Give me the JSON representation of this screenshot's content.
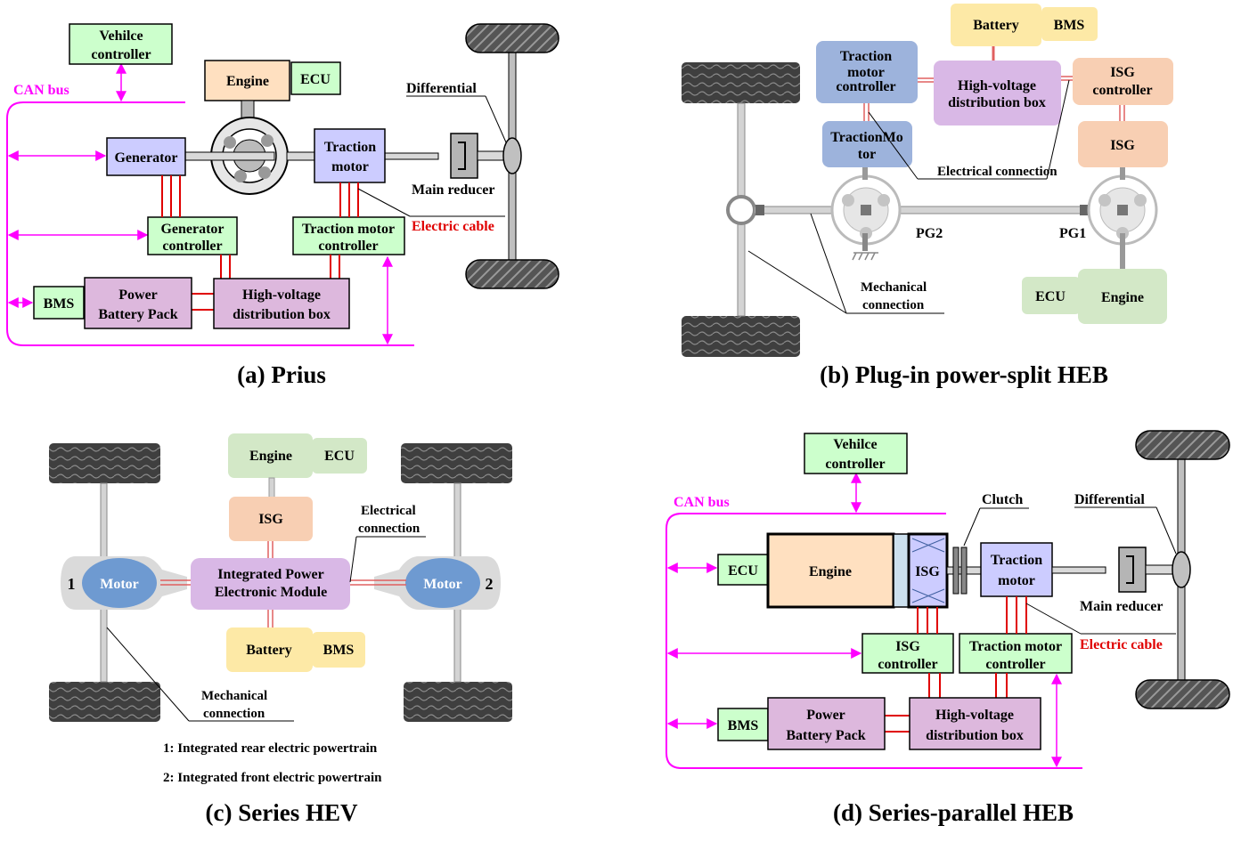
{
  "colors": {
    "can_bus": "#ff00ff",
    "electric_cable": "#e00000",
    "controller_green": "#ccffcc",
    "engine_orange": "#ffe0c0",
    "motor_purple": "#ccccff",
    "battery_pink": "#ddb8dd",
    "soft_blue": "#9db3dc",
    "soft_yellow": "#fde9a6",
    "soft_peach": "#f8cfb3",
    "soft_green": "#d3e8c7",
    "soft_purple": "#d9b8e6"
  },
  "a": {
    "caption": "(a) Prius",
    "vehicle_controller": [
      "Vehilce",
      "controller"
    ],
    "can_bus": "CAN bus",
    "engine": "Engine",
    "ecu": "ECU",
    "differential": "Differential",
    "generator": "Generator",
    "traction_motor": [
      "Traction",
      "motor"
    ],
    "main_reducer": "Main reducer",
    "generator_controller": [
      "Generator",
      "controller"
    ],
    "traction_motor_controller": [
      "Traction motor",
      "controller"
    ],
    "electric_cable": "Electric cable",
    "bms": "BMS",
    "power_battery_pack": [
      "Power",
      "Battery Pack"
    ],
    "hv_distribution_box": [
      "High-voltage",
      "distribution box"
    ]
  },
  "b": {
    "caption": "(b) Plug-in power-split HEB",
    "battery": "Battery",
    "bms": "BMS",
    "traction_motor_controller": [
      "Traction",
      "motor",
      "controller"
    ],
    "hv_distribution_box": [
      "High-voltage",
      "distribution box"
    ],
    "isg_controller": [
      "ISG",
      "controller"
    ],
    "traction_motor": [
      "TractionMo",
      "tor"
    ],
    "isg": "ISG",
    "electrical_connection": "Electrical connection",
    "pg2": "PG2",
    "pg1": "PG1",
    "mechanical_connection": [
      "Mechanical",
      "connection"
    ],
    "ecu": "ECU",
    "engine": "Engine"
  },
  "c": {
    "caption": "(c) Series HEV",
    "engine": "Engine",
    "ecu": "ECU",
    "isg": "ISG",
    "electrical_connection": [
      "Electrical",
      "connection"
    ],
    "motor_left": "Motor",
    "motor_right": "Motor",
    "num_1": "1",
    "num_2": "2",
    "ipem": [
      "Integrated Power",
      "Electronic Module"
    ],
    "battery": "Battery",
    "bms": "BMS",
    "mechanical_connection": [
      "Mechanical",
      "connection"
    ],
    "legend_1": "1: Integrated rear electric powertrain",
    "legend_2": "2: Integrated front electric powertrain"
  },
  "d": {
    "caption": "(d) Series-parallel HEB",
    "vehicle_controller": [
      "Vehilce",
      "controller"
    ],
    "can_bus": "CAN bus",
    "clutch": "Clutch",
    "differential": "Differential",
    "ecu": "ECU",
    "engine": "Engine",
    "isg": "ISG",
    "traction_motor": [
      "Traction",
      "motor"
    ],
    "main_reducer": "Main reducer",
    "isg_controller": [
      "ISG",
      "controller"
    ],
    "traction_motor_controller": [
      "Traction motor",
      "controller"
    ],
    "electric_cable": "Electric cable",
    "bms": "BMS",
    "power_battery_pack": [
      "Power",
      "Battery Pack"
    ],
    "hv_distribution_box": [
      "High-voltage",
      "distribution box"
    ]
  }
}
